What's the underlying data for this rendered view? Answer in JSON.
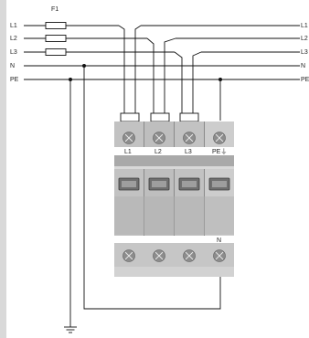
{
  "fuse_label": "F1",
  "lines": [
    {
      "name": "L1",
      "label_left": "L1",
      "label_right": "L1"
    },
    {
      "name": "L2",
      "label_left": "L2",
      "label_right": "L2"
    },
    {
      "name": "L3",
      "label_left": "L3",
      "label_right": "L3"
    },
    {
      "name": "N",
      "label_left": "N",
      "label_right": "N"
    },
    {
      "name": "PE",
      "label_left": "PE",
      "label_right": "PE"
    }
  ],
  "device": {
    "top_terminals": [
      "L1",
      "L2",
      "L3",
      "PE⏚"
    ],
    "bottom_terminal": "N"
  },
  "colors": {
    "wire": "#111111",
    "sidebar": "#d9d9d9",
    "module_body": "#b9b9b9",
    "module_top": "#c7c7c7",
    "terminal": "#8c8c8c"
  }
}
